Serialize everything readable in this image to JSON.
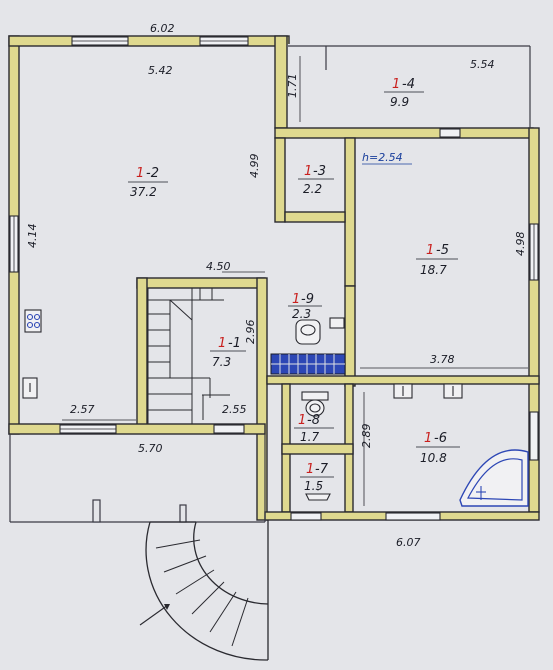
{
  "plan": {
    "dims": {
      "top_width": "6.02",
      "upper_left_inner": "5.42",
      "upper_right": "5.54",
      "right_vertical_1_71": "1.71",
      "left_vertical": "4.14",
      "inner_vertical": "4.99",
      "stair_top": "4.50",
      "stair_vertical": "2.96",
      "bottom_left": "2.57",
      "corridor": "2.55",
      "porch": "5.70",
      "bottom_right": "6.07",
      "room5_height": "4.98",
      "room5_bottom": "3.78",
      "room6_vertical": "2.89"
    },
    "ceiling_height": "h=2.54",
    "rooms": [
      {
        "id_main": "1",
        "id_sub": "-2",
        "area": "37.2"
      },
      {
        "id_main": "1",
        "id_sub": "-4",
        "area": "9.9"
      },
      {
        "id_main": "1",
        "id_sub": "-3",
        "area": "2.2"
      },
      {
        "id_main": "1",
        "id_sub": "-5",
        "area": "18.7"
      },
      {
        "id_main": "1",
        "id_sub": "-9",
        "area": "2.3"
      },
      {
        "id_main": "1",
        "id_sub": "-1",
        "area": "7.3"
      },
      {
        "id_main": "1",
        "id_sub": "-8",
        "area": "1.7"
      },
      {
        "id_main": "1",
        "id_sub": "-6",
        "area": "10.8"
      },
      {
        "id_main": "1",
        "id_sub": "-7",
        "area": "1.5"
      }
    ]
  }
}
